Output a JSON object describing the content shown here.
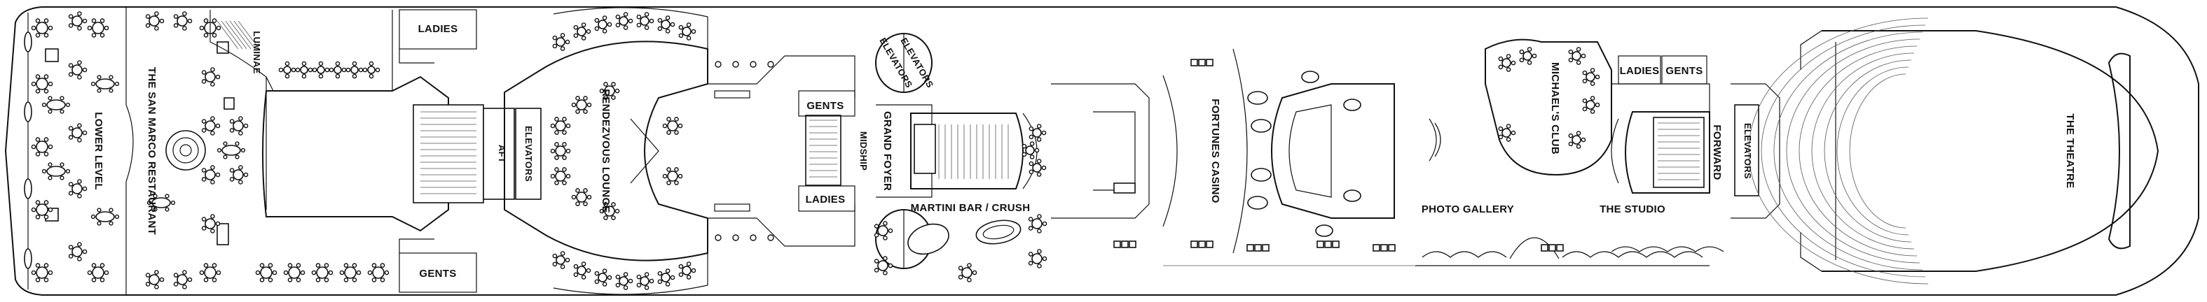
{
  "map": {
    "labels": {
      "lower_level": "LOWER LEVEL",
      "san_marco": "THE SAN MARCO RESTAURANT",
      "luminae": "LUMINAE",
      "ladies_aft": "LADIES",
      "gents_aft": "GENTS",
      "aft": "AFT",
      "elevators_aft": "ELEVATORS",
      "rendezvous": "RENDEZVOUS LOUNGE",
      "gents_mid": "GENTS",
      "ladies_mid": "LADIES",
      "midship": "MIDSHIP",
      "elevators_glass_top": "ELEVATORS",
      "elevators_glass_bottom": "ELEVATORS",
      "grand_foyer": "GRAND FOYER",
      "martini_bar": "MARTINI BAR / CRUSH",
      "fortunes_casino": "FORTUNES CASINO",
      "photo_gallery": "PHOTO GALLERY",
      "michaels_club": "MICHAEL'S CLUB",
      "ladies_fwd": "LADIES",
      "gents_fwd": "GENTS",
      "the_studio": "THE STUDIO",
      "forward": "FORWARD",
      "elevators_fwd": "ELEVATORS",
      "the_theatre": "THE THEATRE"
    }
  }
}
